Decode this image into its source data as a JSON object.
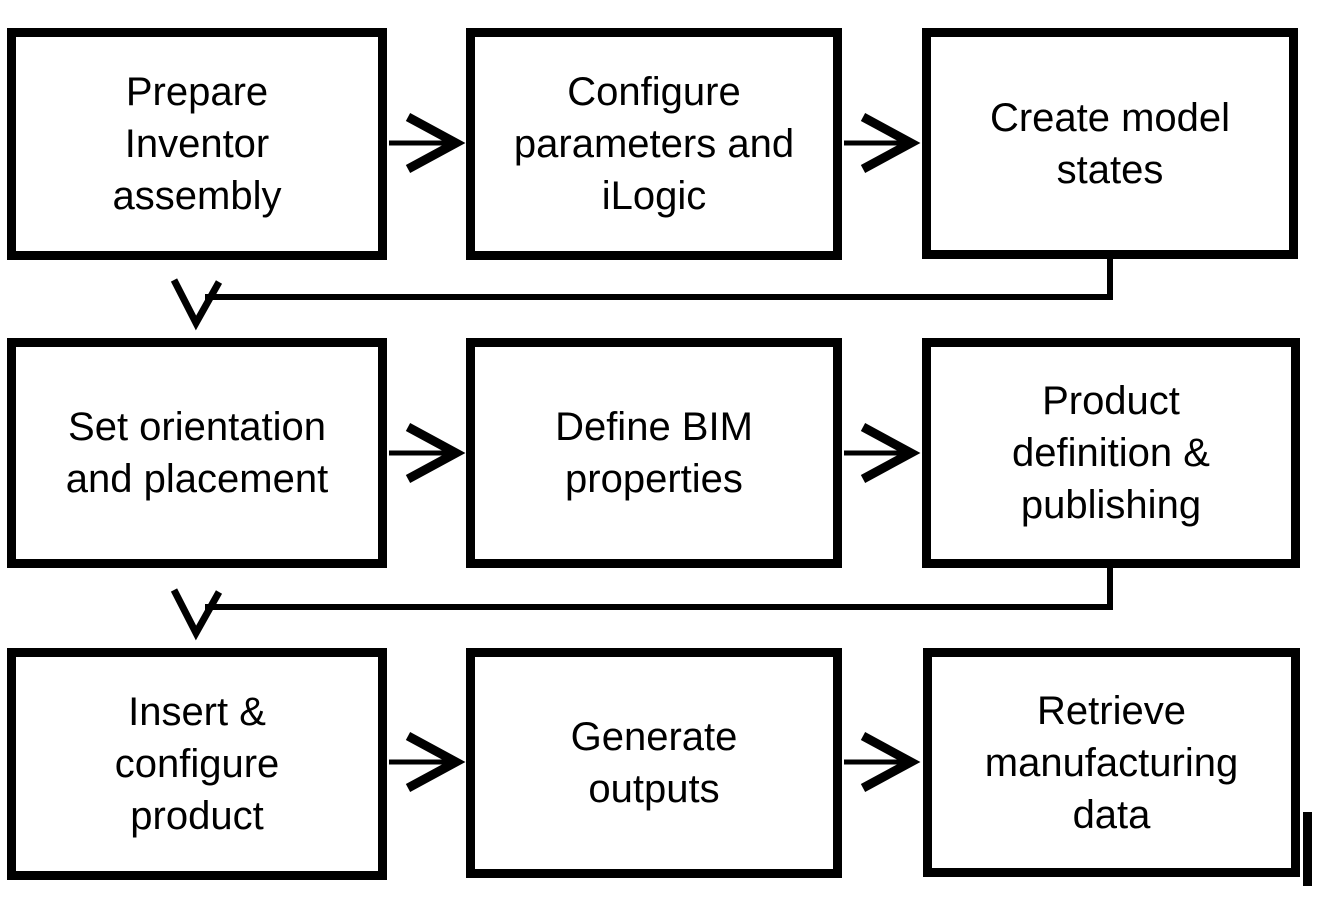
{
  "colors": {
    "line": "#000000",
    "box_border": "#000000",
    "box_fill": "#ffffff",
    "background": "#ffffff",
    "text": "#000000"
  },
  "flow": {
    "boxes": [
      {
        "id": "prepare-inventor-assembly",
        "label": "Prepare\nInventor\nassembly"
      },
      {
        "id": "configure-parameters-ilogic",
        "label": "Configure\nparameters and\niLogic"
      },
      {
        "id": "create-model-states",
        "label": "Create model\nstates"
      },
      {
        "id": "set-orientation-placement",
        "label": "Set orientation\nand placement"
      },
      {
        "id": "define-bim-properties",
        "label": "Define BIM\nproperties"
      },
      {
        "id": "product-definition-publishing",
        "label": "Product\ndefinition &\npublishing"
      },
      {
        "id": "insert-configure-product",
        "label": "Insert &\nconfigure\nproduct"
      },
      {
        "id": "generate-outputs",
        "label": "Generate\noutputs"
      },
      {
        "id": "retrieve-manufacturing-data",
        "label": "Retrieve\nmanufacturing\ndata"
      }
    ],
    "connectors": [
      {
        "from": "prepare-inventor-assembly",
        "to": "configure-parameters-ilogic",
        "style": "open-arrow-right"
      },
      {
        "from": "configure-parameters-ilogic",
        "to": "create-model-states",
        "style": "open-arrow-right"
      },
      {
        "from": "create-model-states",
        "to": "set-orientation-placement",
        "style": "elbow-open-arrow-down"
      },
      {
        "from": "set-orientation-placement",
        "to": "define-bim-properties",
        "style": "open-arrow-right"
      },
      {
        "from": "define-bim-properties",
        "to": "product-definition-publishing",
        "style": "open-arrow-right"
      },
      {
        "from": "product-definition-publishing",
        "to": "insert-configure-product",
        "style": "elbow-open-arrow-down"
      },
      {
        "from": "insert-configure-product",
        "to": "generate-outputs",
        "style": "open-arrow-right"
      },
      {
        "from": "generate-outputs",
        "to": "retrieve-manufacturing-data",
        "style": "open-arrow-right"
      }
    ]
  }
}
